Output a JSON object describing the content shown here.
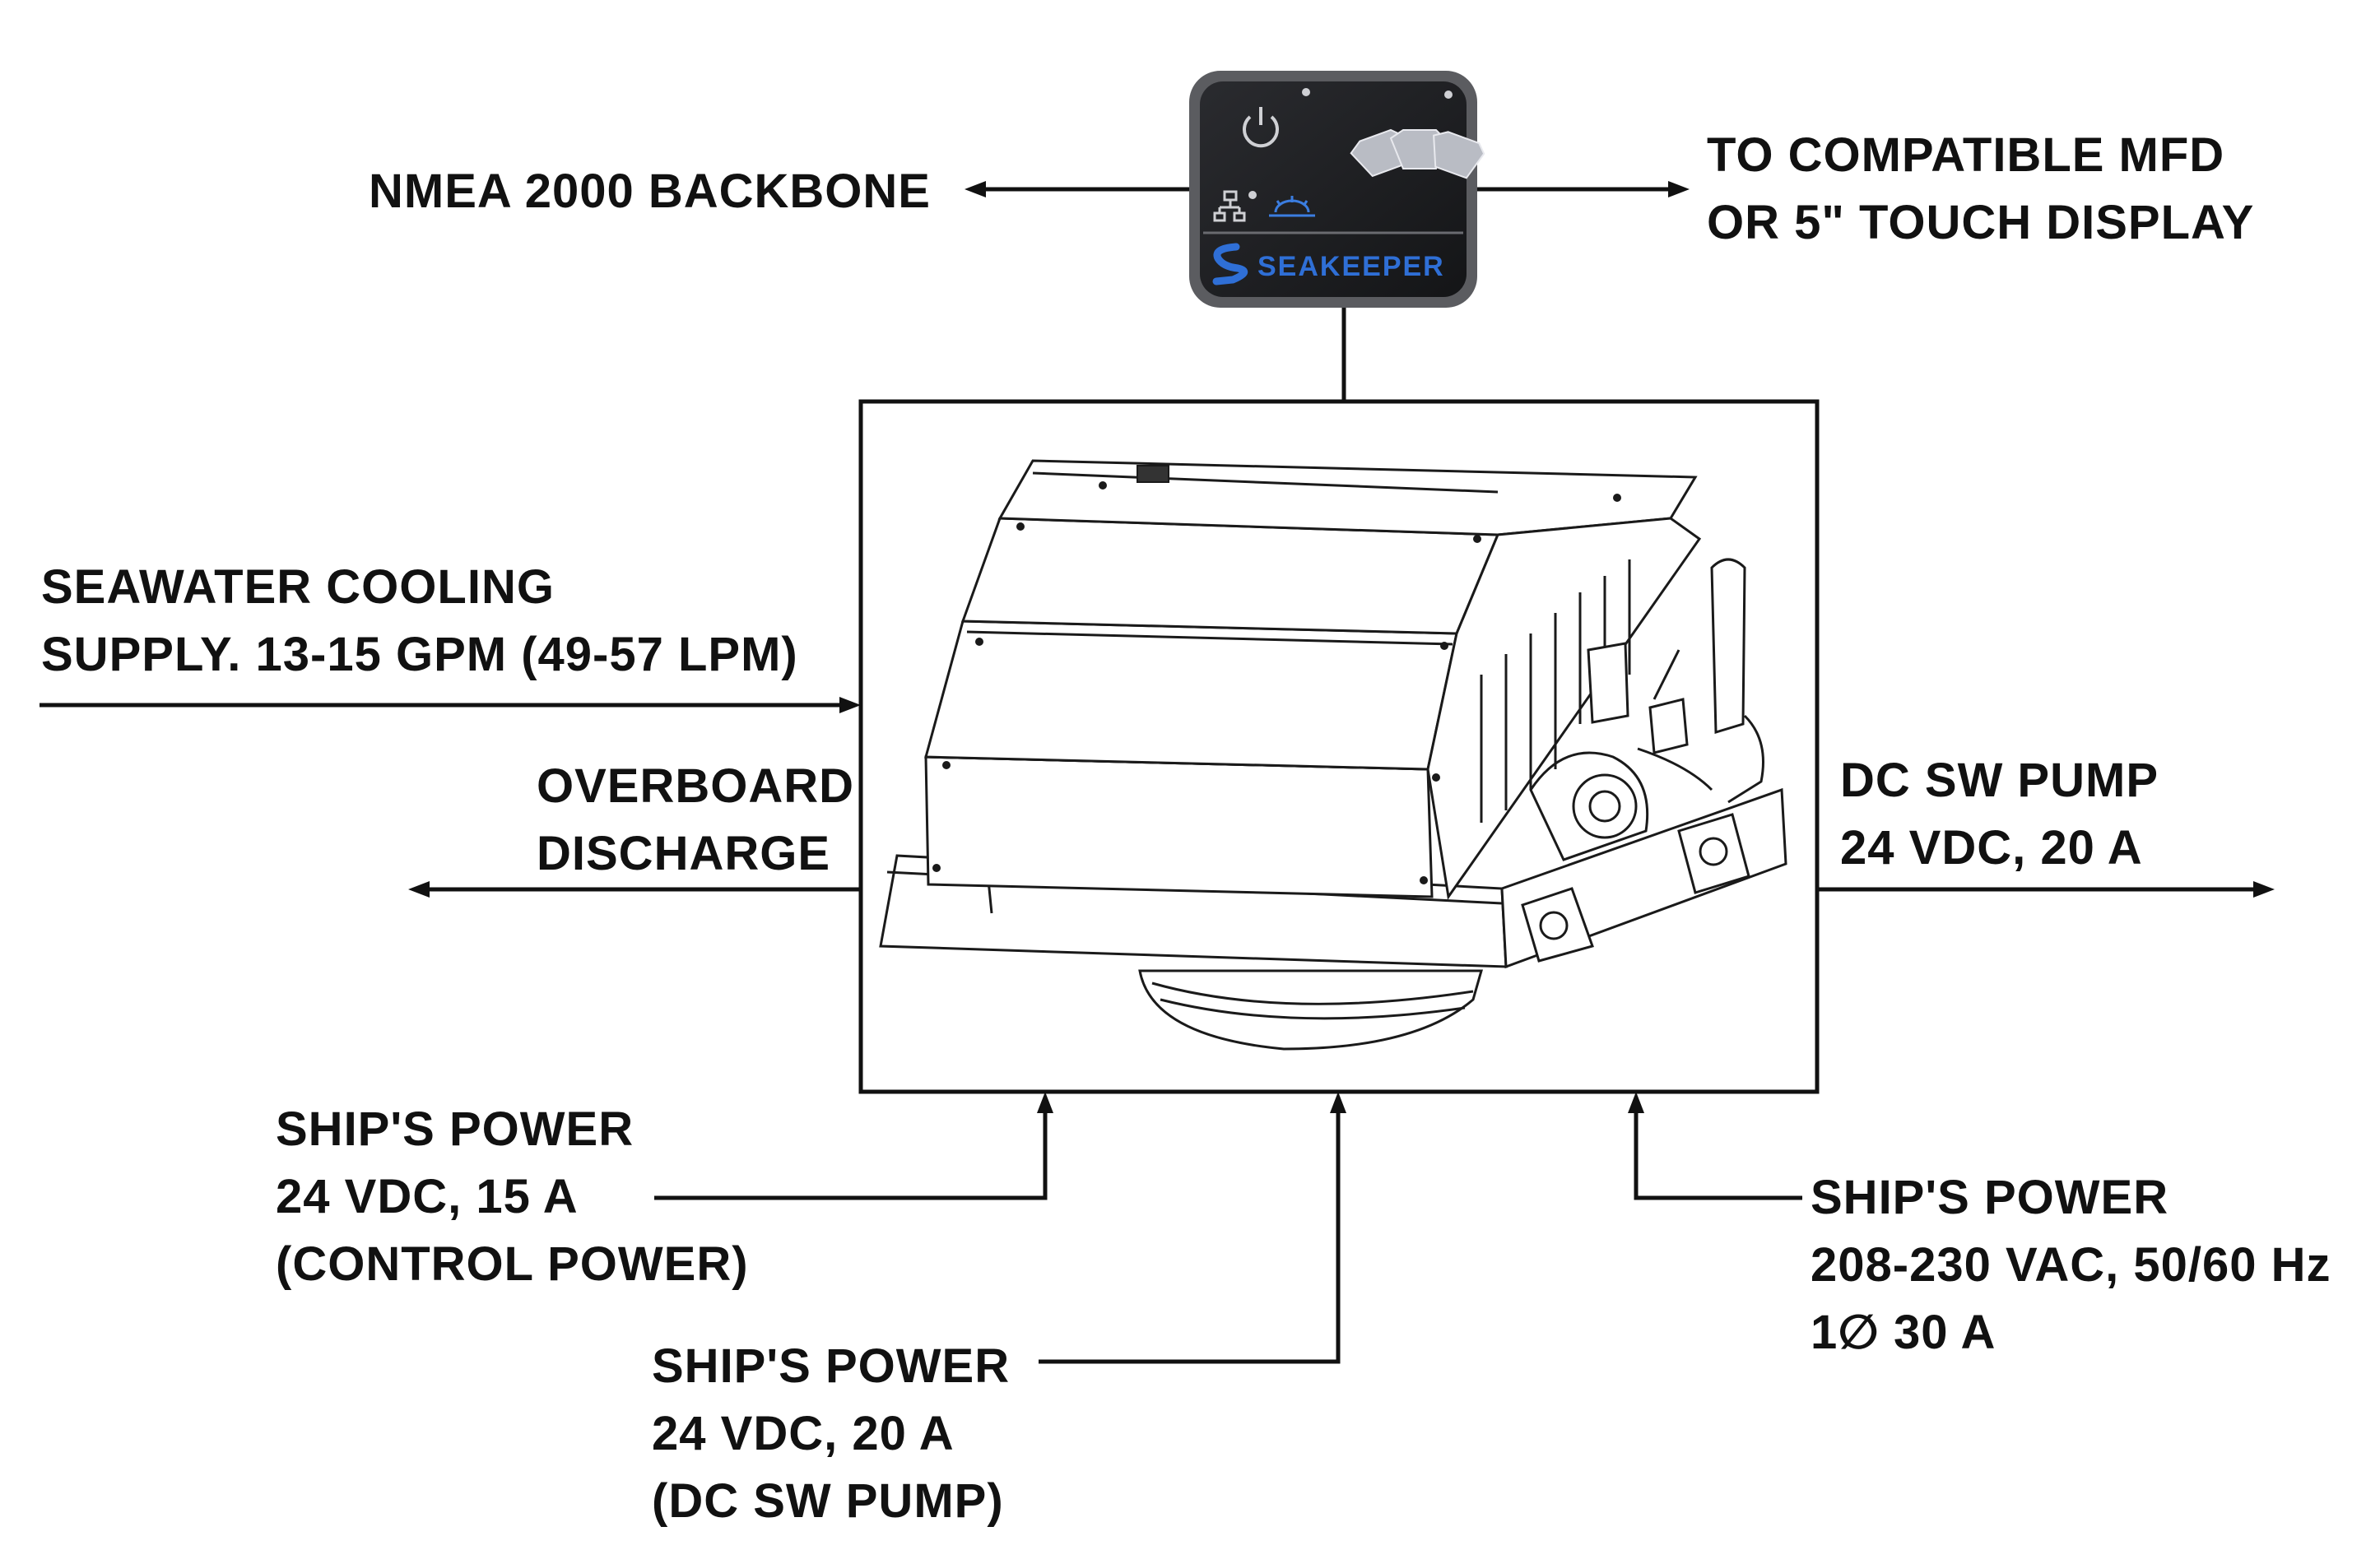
{
  "controller": {
    "brand": "SEAKEEPER",
    "icons": [
      "power-icon",
      "network-icon",
      "boat-roll-icon",
      "heading-icon"
    ],
    "face_color": "#1c1d20",
    "brand_color": "#2f6fd6"
  },
  "labels": {
    "nmea": "NMEA 2000 BACKBONE",
    "mfd_1": "TO COMPATIBLE MFD",
    "mfd_2": "OR 5\" TOUCH DISPLAY",
    "seawater_1": "SEAWATER COOLING",
    "seawater_2": "SUPPLY. 13-15 GPM (49-57 LPM)",
    "overboard_1": "OVERBOARD",
    "overboard_2": "DISCHARGE",
    "dcpump_1": "DC SW PUMP",
    "dcpump_2": "24 VDC, 20 A",
    "control_1": "SHIP'S POWER",
    "control_2": "24 VDC, 15 A",
    "control_3": "(CONTROL POWER)",
    "pump_power_1": "SHIP'S POWER",
    "pump_power_2": "24 VDC, 20 A",
    "pump_power_3": "(DC SW PUMP)",
    "ac_power_1": "SHIP'S POWER",
    "ac_power_2": "208-230 VAC, 50/60 Hz",
    "ac_power_3": "1∅ 30 A"
  }
}
